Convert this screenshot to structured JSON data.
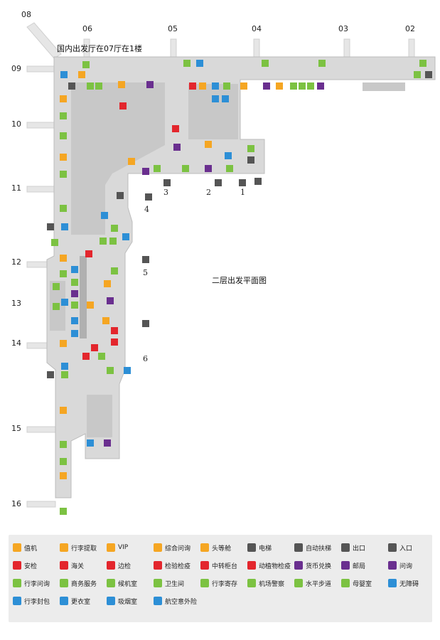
{
  "gates_top": [
    "08",
    "06",
    "05",
    "04",
    "03",
    "02"
  ],
  "gates_left": [
    "09",
    "10",
    "11",
    "12",
    "13",
    "14",
    "15",
    "16"
  ],
  "gates_inner": [
    "1",
    "2",
    "3",
    "4",
    "5",
    "6"
  ],
  "labels": {
    "domestic_note": "国内出发厅在07厅在1楼",
    "floor_plan": "二层出发平面图"
  },
  "colors": {
    "floor": "#d9d9d9",
    "hall": "#c8c8c8",
    "green": "#7cc242",
    "orange": "#f5a623",
    "red": "#e3262d",
    "purple": "#6a2f8f",
    "blue": "#2d8fd6",
    "dark": "#555555"
  },
  "legend": [
    {
      "label": "值机",
      "color": "orange",
      "icon": "checkin-icon"
    },
    {
      "label": "行李提取",
      "color": "orange",
      "icon": "baggage-claim-icon"
    },
    {
      "label": "VIP",
      "color": "orange",
      "icon": "vip-icon"
    },
    {
      "label": "综合问询",
      "color": "orange",
      "icon": "info-desk-icon"
    },
    {
      "label": "头等舱",
      "color": "orange",
      "icon": "first-class-icon"
    },
    {
      "label": "电梯",
      "color": "dark",
      "icon": "elevator-icon"
    },
    {
      "label": "自动扶梯",
      "color": "dark",
      "icon": "escalator-icon"
    },
    {
      "label": "出口",
      "color": "dark",
      "icon": "exit-icon"
    },
    {
      "label": "入口",
      "color": "dark",
      "icon": "entrance-icon"
    },
    {
      "label": "安检",
      "color": "red",
      "icon": "security-icon"
    },
    {
      "label": "海关",
      "color": "red",
      "icon": "customs-icon"
    },
    {
      "label": "边检",
      "color": "red",
      "icon": "border-control-icon"
    },
    {
      "label": "检验检疫",
      "color": "red",
      "icon": "quarantine-icon"
    },
    {
      "label": "中转柜台",
      "color": "red",
      "icon": "transfer-counter-icon"
    },
    {
      "label": "动植物检疫",
      "color": "red",
      "icon": "plant-quarantine-icon"
    },
    {
      "label": "货币兑换",
      "color": "purple",
      "icon": "currency-exchange-icon"
    },
    {
      "label": "邮局",
      "color": "purple",
      "icon": "post-office-icon"
    },
    {
      "label": "问询",
      "color": "purple",
      "icon": "question-icon"
    },
    {
      "label": "行李问询",
      "color": "green",
      "icon": "baggage-inquiry-icon"
    },
    {
      "label": "商务服务",
      "color": "green",
      "icon": "business-service-icon"
    },
    {
      "label": "候机室",
      "color": "green",
      "icon": "waiting-room-icon"
    },
    {
      "label": "卫生间",
      "color": "green",
      "icon": "restroom-icon"
    },
    {
      "label": "行李寄存",
      "color": "green",
      "icon": "luggage-storage-icon"
    },
    {
      "label": "机场警察",
      "color": "green",
      "icon": "airport-police-icon"
    },
    {
      "label": "水平步道",
      "color": "green",
      "icon": "moving-walkway-icon"
    },
    {
      "label": "母婴室",
      "color": "green",
      "icon": "nursery-icon"
    },
    {
      "label": "无障碍",
      "color": "blue",
      "icon": "accessible-icon"
    },
    {
      "label": "行李封包",
      "color": "blue",
      "icon": "luggage-wrap-icon"
    },
    {
      "label": "更衣室",
      "color": "blue",
      "icon": "changing-room-icon"
    },
    {
      "label": "吸烟室",
      "color": "blue",
      "icon": "smoking-room-icon"
    },
    {
      "label": "航空意外险",
      "color": "blue",
      "icon": "insurance-icon"
    }
  ]
}
